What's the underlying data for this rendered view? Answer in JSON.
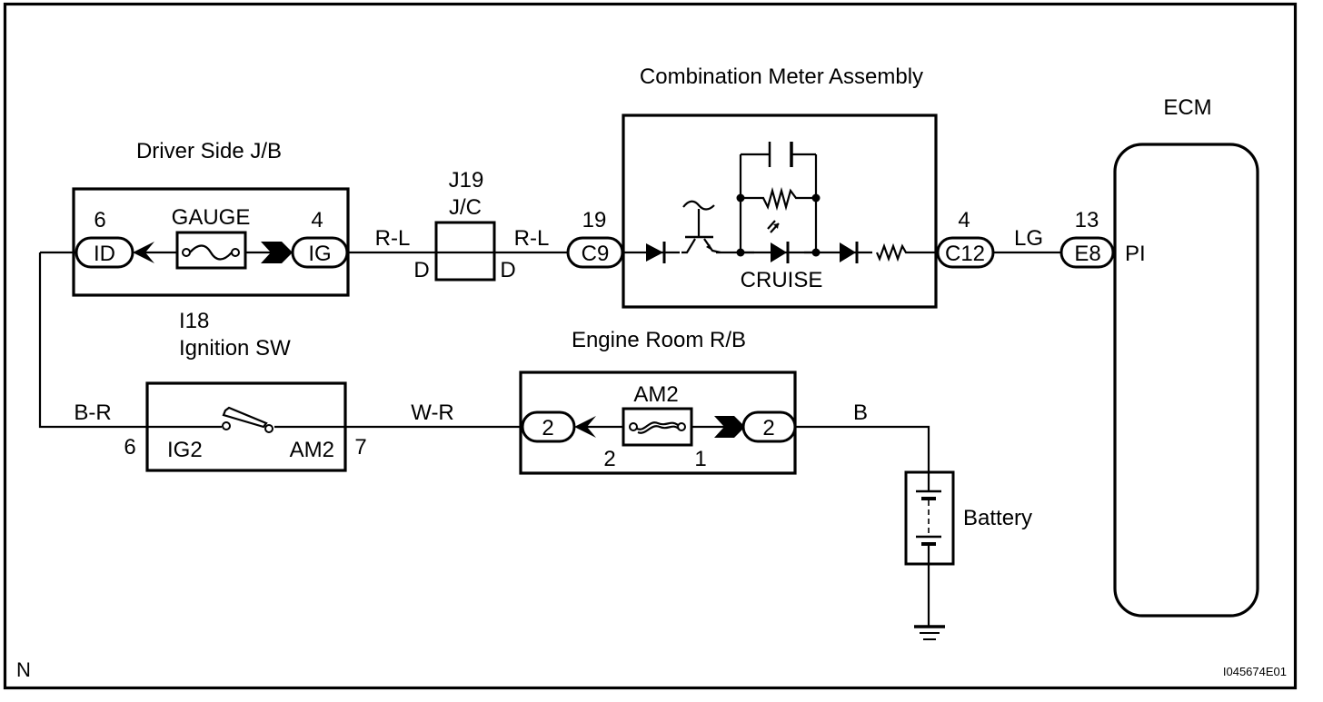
{
  "diagram": {
    "corner_mark": "N",
    "figure_id": "I045674E01",
    "components": {
      "driver_jb": {
        "title": "Driver Side J/B",
        "fuse_label": "GAUGE",
        "left_pin_number": "6",
        "left_connector": "ID",
        "right_pin_number": "4",
        "right_connector": "IG"
      },
      "junction_connector": {
        "id": "J19",
        "type": "J/C",
        "left_pin": "D",
        "right_pin": "D"
      },
      "combination_meter": {
        "title": "Combination Meter Assembly",
        "indicator_label": "CRUISE",
        "input_pin_number": "19",
        "input_connector": "C9",
        "output_pin_number": "4",
        "output_connector": "C12"
      },
      "ecm": {
        "title": "ECM",
        "pin_number": "13",
        "connector": "E8",
        "terminal": "PI"
      },
      "ignition_switch": {
        "id": "I18",
        "title": "Ignition SW",
        "left_pin_number": "6",
        "left_terminal": "IG2",
        "right_pin_number": "7",
        "right_terminal": "AM2"
      },
      "engine_room_rb": {
        "title": "Engine Room R/B",
        "fuse_label": "AM2",
        "left_connector": "2",
        "right_connector": "2",
        "left_pin_number": "2",
        "right_pin_number": "1"
      },
      "battery": {
        "label": "Battery"
      }
    },
    "wires": {
      "jb_to_jc": "R-L",
      "jc_to_meter": "R-L",
      "meter_to_ecm": "LG",
      "jb_to_ignition": "B-R",
      "ignition_to_rb": "W-R",
      "rb_to_battery": "B"
    }
  }
}
